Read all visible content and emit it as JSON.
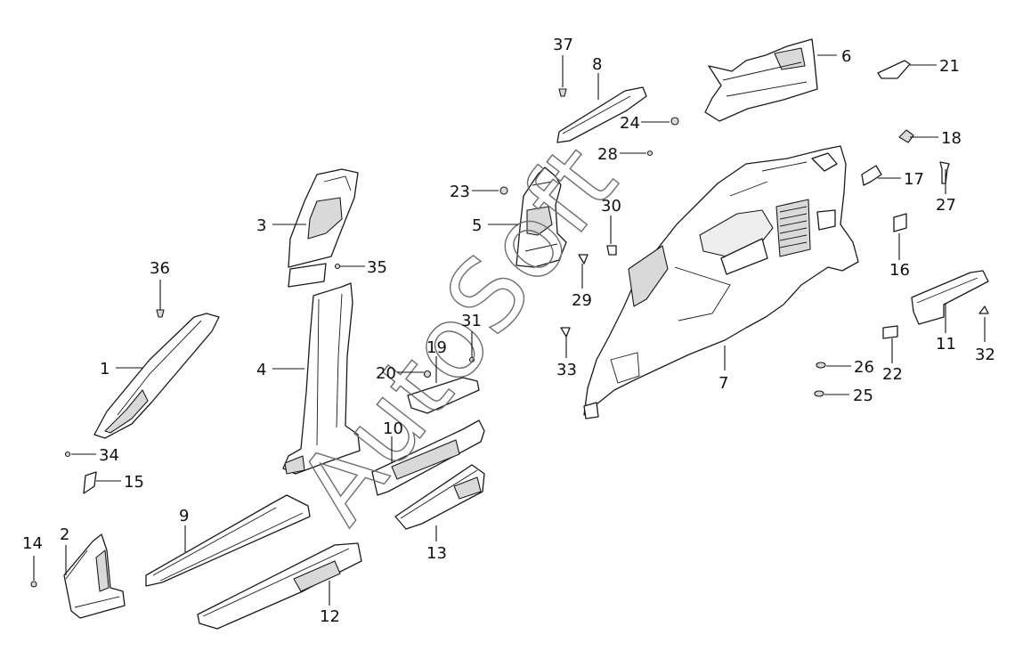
{
  "diagram": {
    "watermark": "AutoSoft",
    "callouts": [
      "1",
      "2",
      "3",
      "4",
      "5",
      "6",
      "7",
      "8",
      "9",
      "10",
      "11",
      "12",
      "13",
      "14",
      "15",
      "16",
      "17",
      "18",
      "19",
      "20",
      "21",
      "22",
      "23",
      "24",
      "25",
      "26",
      "27",
      "28",
      "29",
      "30",
      "31",
      "32",
      "33",
      "34",
      "35",
      "36",
      "37"
    ]
  },
  "colors": {
    "line": "#1a1a1a",
    "shade": "#d9d9d9",
    "background": "#ffffff",
    "watermark": "#6e6e6e"
  }
}
